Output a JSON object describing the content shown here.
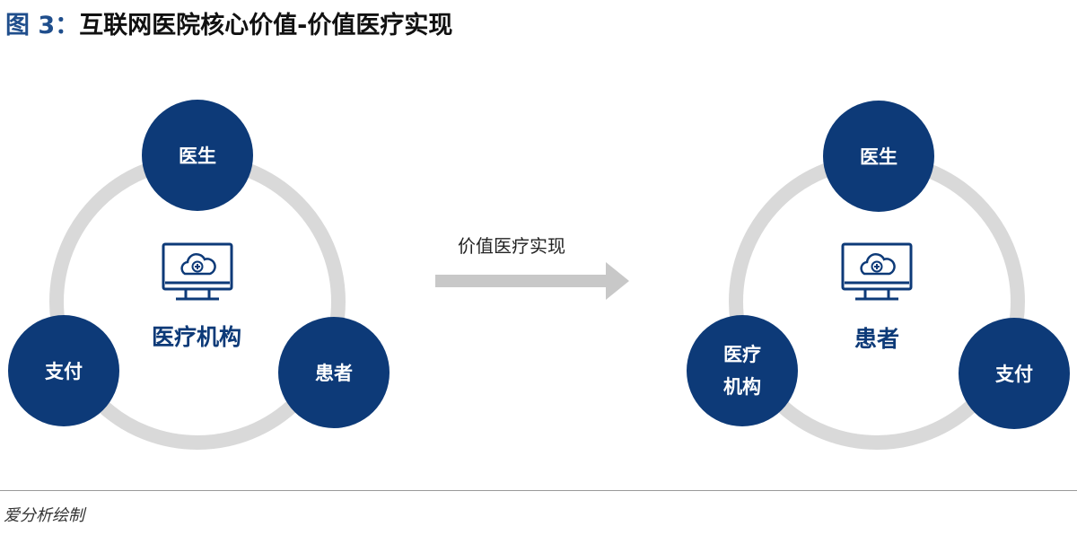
{
  "title": {
    "figure": "图 3：",
    "text": "互联网医院核心价值-价值医疗实现"
  },
  "left_diagram": {
    "top": "医生",
    "left": "支付",
    "right": "患者",
    "center": "医疗机构"
  },
  "arrow_label": "价值医疗实现",
  "right_diagram": {
    "top": "医生",
    "left": "医疗\n机构",
    "right": "支付",
    "center": "患者"
  },
  "source": "爱分析绘制",
  "colors": {
    "node_fill": "#0d3a78",
    "ring": "#d9d9d9",
    "arrow": "#c8c8c8",
    "title_accent": "#1f4e8c"
  },
  "icons": [
    "monitor-cloud-icon",
    "arrow-right-icon"
  ]
}
